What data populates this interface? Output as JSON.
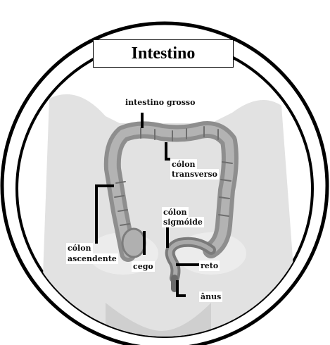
{
  "title": "Intestino",
  "labels": {
    "intestino_grosso": "intestino grosso",
    "colon_transverso_1": "cólon",
    "colon_transverso_2": "transverso",
    "colon_sigmoide_1": "cólon",
    "colon_sigmoide_2": "sigmóide",
    "colon_ascendente_1": "cólon",
    "colon_ascendente_2": "ascendente",
    "cego": "cego",
    "reto": "reto",
    "anus": "ânus"
  },
  "colors": {
    "background": "#ffffff",
    "frame": "#000000",
    "illustration": "#d9d9d9",
    "colon": "#8c8c8c",
    "leader_lines": "#000000"
  }
}
